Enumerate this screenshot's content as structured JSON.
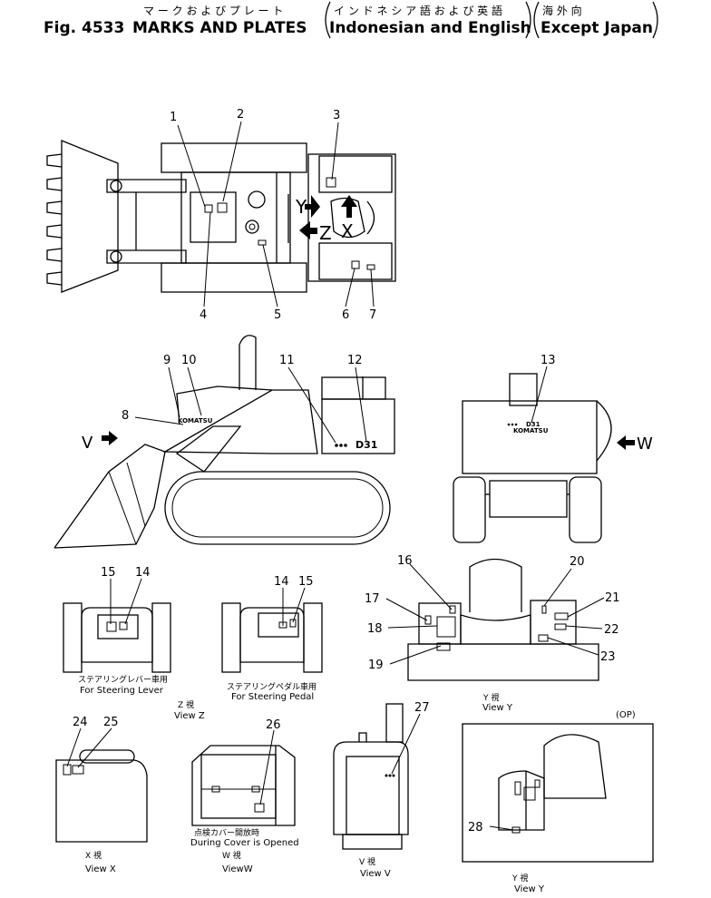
{
  "header": {
    "line1_jp": "マ ー ク お よ び プ レ ー ト",
    "line1_paren1": "イ ン ド ネ シ ア 語 お よ び 英 語",
    "line1_paren2": "海  外  向",
    "line2_fig": "Fig. 4533",
    "line2_title": "MARKS AND PLATES",
    "line2_paren1": "Indonesian and English",
    "line2_paren2": "Except Japan"
  },
  "callouts": [
    "1",
    "2",
    "3",
    "4",
    "5",
    "6",
    "7",
    "8",
    "9",
    "10",
    "11",
    "12",
    "13",
    "14",
    "15",
    "16",
    "17",
    "18",
    "19",
    "20",
    "21",
    "22",
    "23",
    "24",
    "25",
    "26",
    "27",
    "28"
  ],
  "callouts_view_z_right": [
    "14",
    "15"
  ],
  "view_arrows": {
    "y": "Y",
    "z": "Z",
    "x": "X",
    "v": "V",
    "w": "W"
  },
  "machine_marks": {
    "brand": "KOMATSU",
    "model": "D31"
  },
  "captions": {
    "steer_lever_jp": "ステアリングレバー車用",
    "steer_lever_en": "For Steering Lever",
    "steer_pedal_jp": "ステアリングペダル車用",
    "steer_pedal_en": "For Steering Pedal",
    "view_z_jp": "Z  視",
    "view_z_en": "View Z",
    "view_y_jp": "Y  視",
    "view_y_en": "View Y",
    "view_x_jp": "X  視",
    "view_x_en": "View X",
    "cover_jp": "点検カバー開放時",
    "cover_en": "During Cover is Opened",
    "view_w_jp": "W  視",
    "view_w_en": "ViewW",
    "view_v_jp": "V  視",
    "view_v_en": "View V",
    "op": "(OP)",
    "view_y2_jp": "Y  視",
    "view_y2_en": "View Y"
  }
}
